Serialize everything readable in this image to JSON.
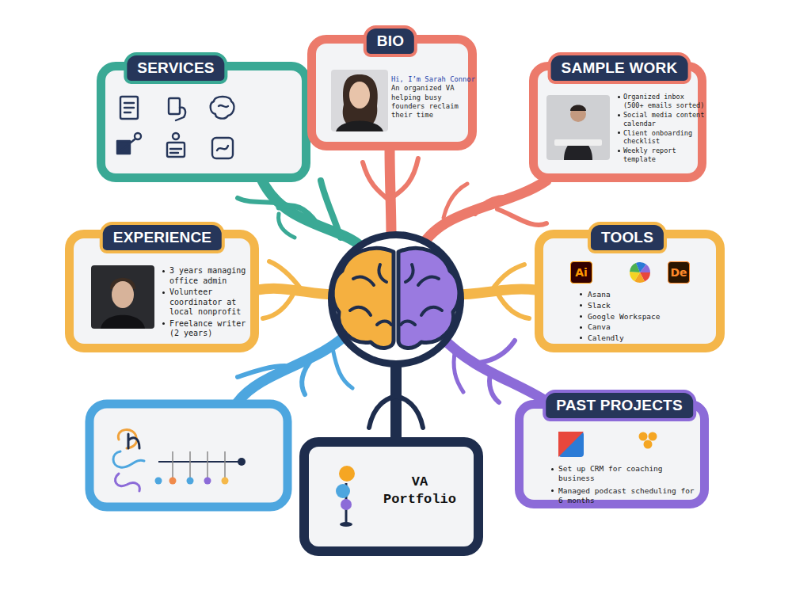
{
  "diagram": {
    "nodes": [
      {
        "text": [
          "SERVICES"
        ]
      },
      {
        "text": [
          "BIO",
          "Hi, I’m Sarah Connor",
          "An organized VA helping busy founders reclaim their time"
        ]
      },
      {
        "text": [
          "SAMPLE WORK",
          "Organized inbox (500+ emails sorted)",
          "Social media content calendar",
          "Client onboarding checklist",
          "Weekly report template"
        ]
      },
      {
        "text": [
          "EXPERIENCE",
          "3 years managing office admin",
          "Volunteer coordinator at local nonprofit",
          "Freelance writer (2 years)"
        ]
      },
      {
        "text": [
          "TOOLS",
          "Ai",
          "De",
          "Asana",
          "Slack",
          "Google Workspace",
          "Canva",
          "Calendly"
        ]
      },
      {
        "text": [
          "VA Portfolio"
        ]
      },
      {
        "text": [
          "PAST PROJECTS",
          "Set up CRM for coaching business",
          "Managed podcast scheduling for 6 months"
        ]
      }
    ]
  }
}
